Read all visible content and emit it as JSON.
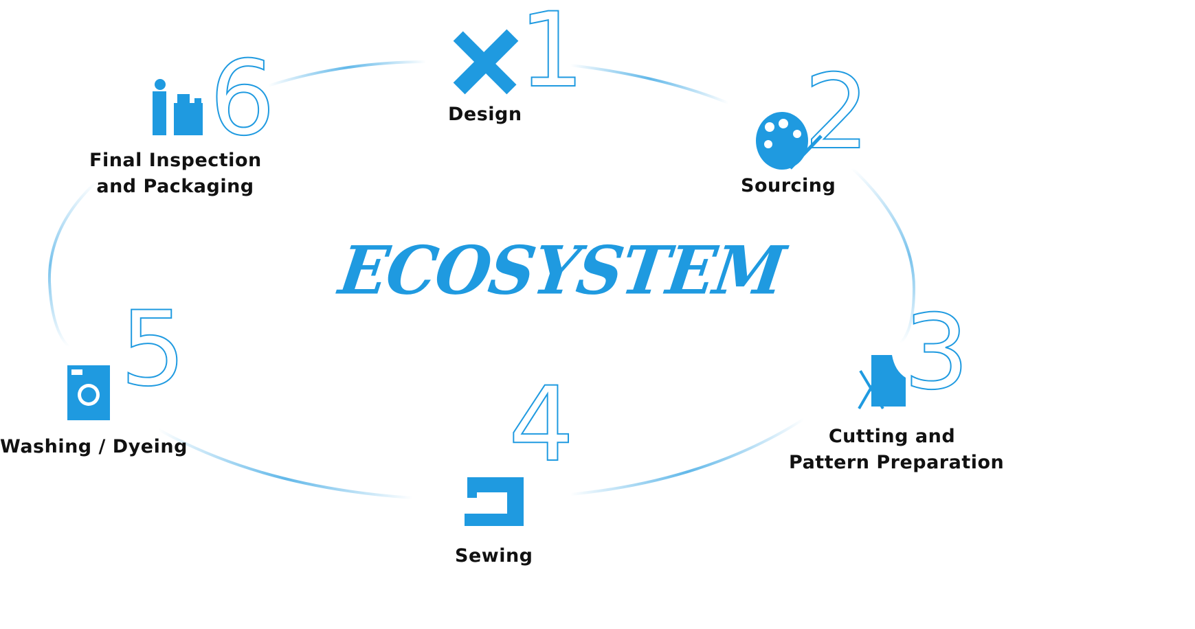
{
  "title": "ECOSYSTEM",
  "accent_color": "#1f9ae0",
  "steps": [
    {
      "number": "1",
      "label": "Design",
      "icon": "pencil-ruler-icon"
    },
    {
      "number": "2",
      "label": "Sourcing",
      "icon": "palette-icon"
    },
    {
      "number": "3",
      "label_line1": "Cutting and",
      "label_line2": "Pattern Preparation",
      "icon": "scissors-pattern-icon"
    },
    {
      "number": "4",
      "label": "Sewing",
      "icon": "sewing-machine-icon"
    },
    {
      "number": "5",
      "label": "Washing / Dyeing",
      "icon": "washing-machine-icon"
    },
    {
      "number": "6",
      "label_line1": "Final Inspection",
      "label_line2": "and Packaging",
      "icon": "inspection-packaging-icon"
    }
  ]
}
